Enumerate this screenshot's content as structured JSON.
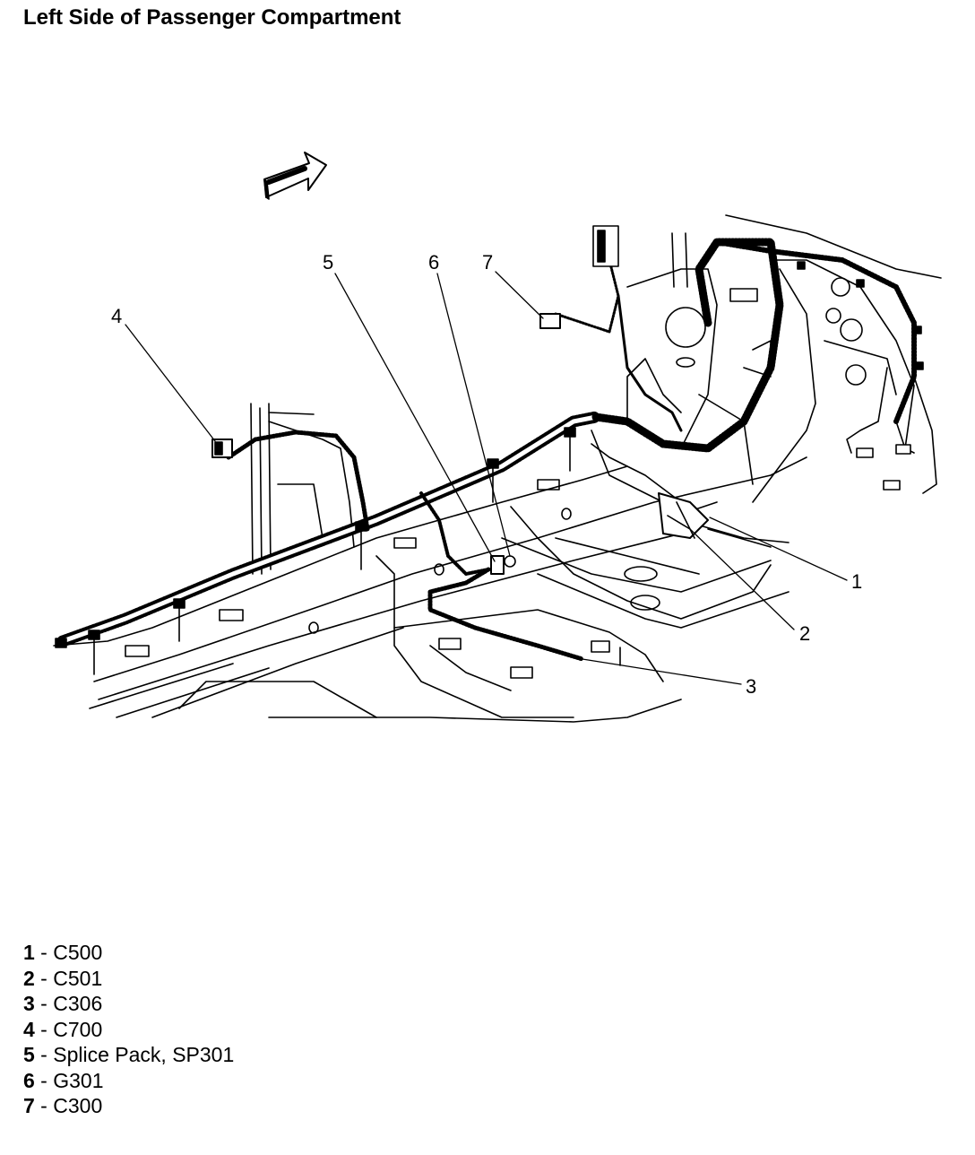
{
  "title": "Left Side of Passenger Compartment",
  "callouts": [
    "1",
    "2",
    "3",
    "4",
    "5",
    "6",
    "7"
  ],
  "legend": [
    {
      "num": "1",
      "sep": " - ",
      "label": "C500"
    },
    {
      "num": "2",
      "sep": " - ",
      "label": "C501"
    },
    {
      "num": "3",
      "sep": " - ",
      "label": "C306"
    },
    {
      "num": "4",
      "sep": " - ",
      "label": "C700"
    },
    {
      "num": "5",
      "sep": " - ",
      "label": "Splice Pack, SP301"
    },
    {
      "num": "6",
      "sep": " - ",
      "label": "G301"
    },
    {
      "num": "7",
      "sep": " - ",
      "label": "C300"
    }
  ]
}
